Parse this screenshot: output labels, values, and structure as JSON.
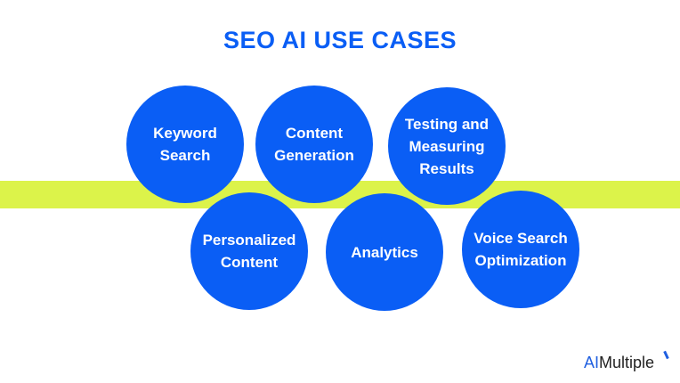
{
  "title": "SEO AI USE CASES",
  "use_cases": [
    "Keyword\nSearch",
    "Content\nGeneration",
    "Testing and\nMeasuring\nResults",
    "Personalized\nContent",
    "Analytics",
    "Voice Search\nOptimization"
  ],
  "logo": {
    "ai": "AI",
    "rest": "Multiple"
  },
  "colors": {
    "circle": "#0a5ef5",
    "band": "#dcf34a"
  }
}
